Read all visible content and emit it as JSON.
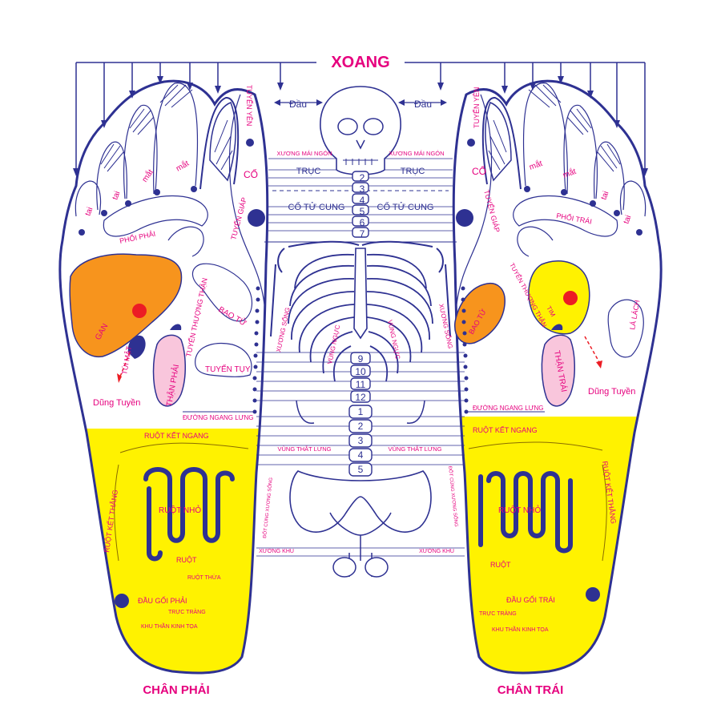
{
  "colors": {
    "magenta": "#e6007e",
    "navy": "#2e3192",
    "yellow": "#fff200",
    "orange": "#f7941d",
    "pink": "#f9c6dc"
  },
  "top": {
    "sinus": "XOANG",
    "head_left": "Đầu",
    "head_right": "Đầu"
  },
  "center": {
    "xuong_mai_ngon_left": "XƯƠNG MÁI NGÓN",
    "xuong_mai_ngon_right": "XƯƠNG MÁI NGÓN",
    "truc_left": "TRỤC",
    "truc_right": "TRỤC",
    "co_tu_cung_left": "CỔ TỬ CUNG",
    "co_tu_cung_right": "CỔ TỬ CUNG",
    "xuong_song_left": "XƯƠNG SỐNG",
    "xuong_song_right": "XƯƠNG SỐNG",
    "vung_nguc_left": "VÙNG NGỰC",
    "vung_nguc_right": "VÙNG NGỰC",
    "vung_that_lung_left": "VÙNG THẮT LƯNG",
    "vung_that_lung_right": "VÙNG THẮT LƯNG",
    "dot_cung_left": "ĐỐT CÙNG XƯƠNG SỐNG",
    "dot_cung_right": "ĐỐT CÙNG XƯƠNG SỐNG",
    "xuong_khu_left": "XƯƠNG KHU",
    "xuong_khu_right": "XƯƠNG KHU",
    "vertebrae_cervical": [
      "2",
      "3",
      "4",
      "5",
      "6",
      "7"
    ],
    "vertebrae_thoracic": [
      "9",
      "10",
      "11",
      "12"
    ],
    "vertebrae_lumbar": [
      "1",
      "2",
      "3",
      "4",
      "5"
    ]
  },
  "right_foot": {
    "caption": "CHÂN PHẢI",
    "toe_tai_1": "tai",
    "toe_tai_2": "tai",
    "toe_mat_1": "mắt",
    "toe_mat_2": "mắt",
    "tuyen_yen": "TUYẾN YÊN",
    "co": "CỔ",
    "tuyen_giap": "TUYẾN GIÁP",
    "phoi": "PHỔI PHẢI",
    "gan": "GAN",
    "tui_mat": "TÚI MẬT",
    "tuyen_thuong_than": "TUYẾN THƯỢNG THẬN",
    "bao_tu": "BAO TỬ",
    "tuyen_tuy": "TUYẾN TỤY",
    "than": "THẬN PHẢI",
    "dung_tuyen": "Dũng Tuyền",
    "duong_ngang_lung": "ĐƯỜNG NGANG LƯNG",
    "ruot_ket_ngang": "RUỘT KẾT NGANG",
    "ruot_ket_thang": "RUỘT KẾT THẲNG",
    "ruot_nho": "RUỘT NHỎ",
    "ruot": "RUỘT",
    "ruot_thua": "RUỘT THỪA",
    "dau_goi": "ĐẦU GỐI PHẢI",
    "truc_trang": "TRỰC TRÀNG",
    "khu_than_kinh_toa": "KHU THẦN KINH TỌA"
  },
  "left_foot": {
    "caption": "CHÂN TRÁI",
    "toe_tai_1": "tai",
    "toe_tai_2": "tai",
    "toe_mat_1": "mắt",
    "toe_mat_2": "mắt",
    "tuyen_yen": "TUYẾN YÊN",
    "co": "CỔ",
    "tuyen_giap": "TUYẾN GIÁP",
    "phoi": "PHỔI TRÁI",
    "tuyen_thuong_than": "TUYẾN THƯỢNG THẬN",
    "tim": "TIM",
    "bao_tu": "BAO TỬ",
    "la_lach": "LÁ LÁCH",
    "than": "THẬN TRÁI",
    "dung_tuyen": "Dũng Tuyền",
    "duong_ngang_lung": "ĐƯỜNG NGANG LƯNG",
    "ruot_ket_ngang": "RUỘT KẾT NGANG",
    "ruot_ket_thang": "RUỘT KẾT THẲNG",
    "ruot_nho": "RUỘT NHỎ",
    "ruot": "RUỘT",
    "dau_goi": "ĐẦU GỐI TRÁI",
    "truc_trang": "TRỰC TRÀNG",
    "khu_than_kinh_toa": "KHU THẦN KINH TỌA"
  }
}
